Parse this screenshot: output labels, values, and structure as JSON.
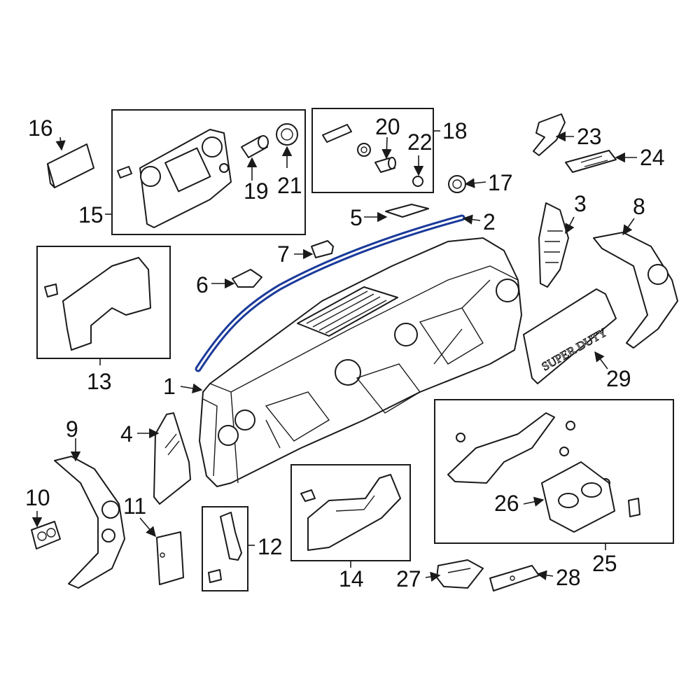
{
  "callouts": {
    "c1": "1",
    "c2": "2",
    "c3": "3",
    "c4": "4",
    "c5": "5",
    "c6": "6",
    "c7": "7",
    "c8": "8",
    "c9": "9",
    "c10": "10",
    "c11": "11",
    "c12": "12",
    "c13": "13",
    "c14": "14",
    "c15": "15",
    "c16": "16",
    "c17": "17",
    "c18": "18",
    "c19": "19",
    "c20": "20",
    "c21": "21",
    "c22": "22",
    "c23": "23",
    "c24": "24",
    "c25": "25",
    "c26": "26",
    "c27": "27",
    "c28": "28",
    "c29": "29"
  },
  "glove_box_emboss": "SUPER DUTY",
  "colors": {
    "highlight": "#1a3a9a",
    "line": "#1a1a1a",
    "background": "#ffffff"
  }
}
